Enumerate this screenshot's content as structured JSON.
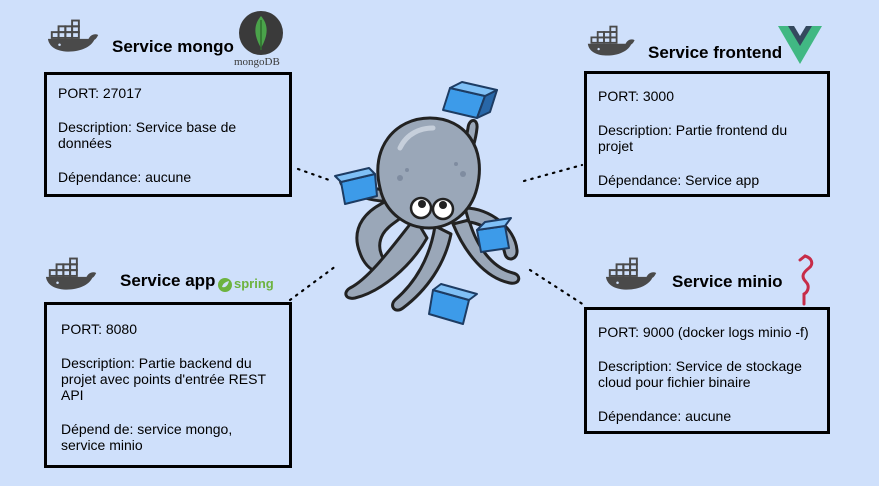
{
  "services": {
    "mongo": {
      "title": "Service mongo",
      "logo_text": "mongoDB",
      "port": "PORT: 27017",
      "description": "Description: Service base de données",
      "dependency": "Dépendance: aucune"
    },
    "frontend": {
      "title": "Service frontend",
      "port": "PORT: 3000",
      "description": "Description: Partie frontend du projet",
      "dependency": "Dépendance: Service app"
    },
    "app": {
      "title": "Service app",
      "logo_text": "spring",
      "port": "PORT: 8080",
      "description": "Description: Partie backend du projet avec points d'entrée REST API",
      "dependency": "Dépend de: service mongo, service minio"
    },
    "minio": {
      "title": "Service minio",
      "port": "PORT: 9000 (docker logs minio -f)",
      "description": "Description: Service de stockage cloud pour fichier binaire",
      "dependency": "Dépendance: aucune"
    }
  },
  "colors": {
    "background": "#cfe0fb",
    "docker": "#4a4a4a",
    "mongo_green": "#4aa34a",
    "vue_green": "#41b883",
    "vue_dark": "#34495e",
    "spring_green": "#6db33f",
    "minio_red": "#c72c48",
    "octopus": "#9aa7b8",
    "container_blue": "#3d9be9"
  },
  "icons": [
    "docker-whale-icon",
    "mongodb-leaf-icon",
    "vue-logo-icon",
    "spring-logo-icon",
    "minio-flamingo-icon",
    "docker-compose-octopus"
  ]
}
